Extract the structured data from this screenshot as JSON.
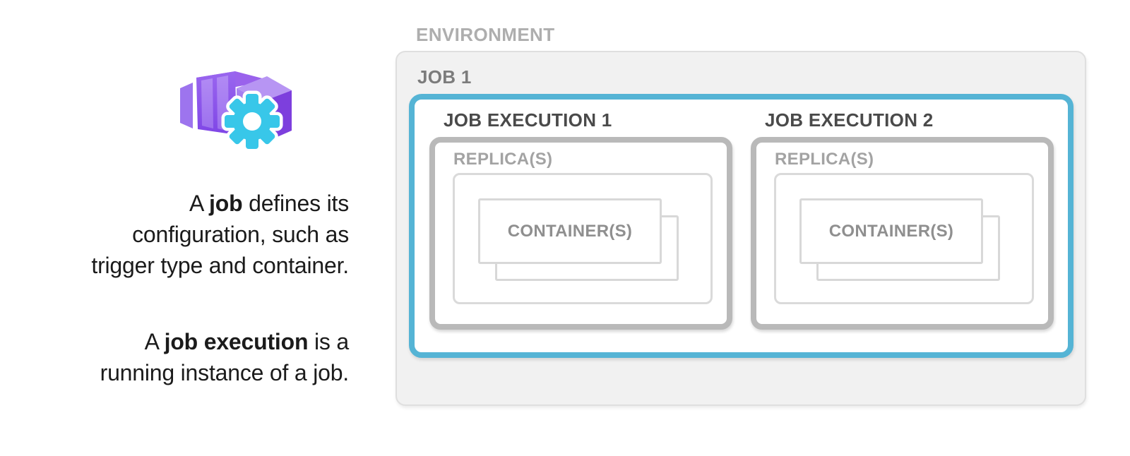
{
  "caption": {
    "p1_l1_pre": "A ",
    "p1_l1_bold": "job",
    "p1_l1_post": " defines its",
    "p1_l2": "configuration, such as",
    "p1_l3": "trigger type and container.",
    "p2_l1_pre": "A ",
    "p2_l1_bold": "job execution",
    "p2_l1_post": " is a",
    "p2_l2": "running instance of a job."
  },
  "diagram": {
    "environment_label": "ENVIRONMENT",
    "job_label": "JOB 1",
    "executions": [
      {
        "label": "JOB EXECUTION 1",
        "replica_label": "REPLICA(S)",
        "container_label": "CONTAINER(S)"
      },
      {
        "label": "JOB EXECUTION 2",
        "replica_label": "REPLICA(S)",
        "container_label": "CONTAINER(S)"
      }
    ]
  },
  "icons": {
    "app_icon": "container-apps-job-icon",
    "gear": "gear-icon"
  },
  "colors": {
    "job_border_blue": "#55b4d5",
    "execution_border_gray": "#b9b9b9",
    "replica_border_gray": "#dadada",
    "container_border_gray": "#d8d8d8",
    "environment_fill": "#f1f1f1",
    "environment_border": "#dfdfdf",
    "environment_label": "#aeaeae",
    "job_label": "#7c7c7c",
    "execution_label": "#4a4a4a",
    "replica_label": "#a3a3a3",
    "container_label": "#8f8f8f",
    "body_text": "#1b1b1b",
    "icon_purple_dark": "#7d3fdd",
    "icon_purple_mid": "#8a51e8",
    "icon_purple_light": "#b795f3",
    "icon_gear_cyan": "#38c7e9"
  }
}
